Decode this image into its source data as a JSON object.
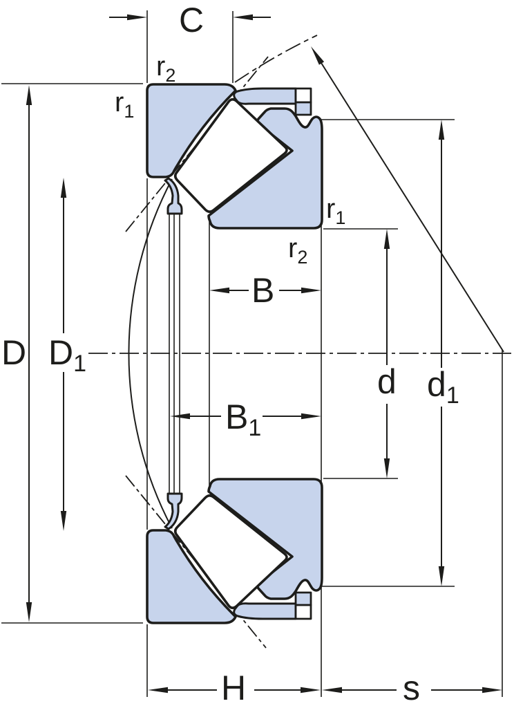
{
  "diagram": {
    "title": "spherical-roller-thrust-bearing-cross-section",
    "colors": {
      "line": "#1d1d1b",
      "fill": "#c7d4ec",
      "background": "#ffffff"
    },
    "labels": {
      "C": {
        "main": "C",
        "sub": ""
      },
      "r2_left": {
        "main": "r",
        "sub": "2"
      },
      "r1_left": {
        "main": "r",
        "sub": "1"
      },
      "D": {
        "main": "D",
        "sub": ""
      },
      "D1": {
        "main": "D",
        "sub": "1"
      },
      "B": {
        "main": "B",
        "sub": ""
      },
      "B1": {
        "main": "B",
        "sub": "1"
      },
      "r1_right": {
        "main": "r",
        "sub": "1"
      },
      "r2_right": {
        "main": "r",
        "sub": "2"
      },
      "d": {
        "main": "d",
        "sub": ""
      },
      "d1": {
        "main": "d",
        "sub": "1"
      },
      "H": {
        "main": "H",
        "sub": ""
      },
      "s": {
        "main": "s",
        "sub": ""
      }
    }
  }
}
